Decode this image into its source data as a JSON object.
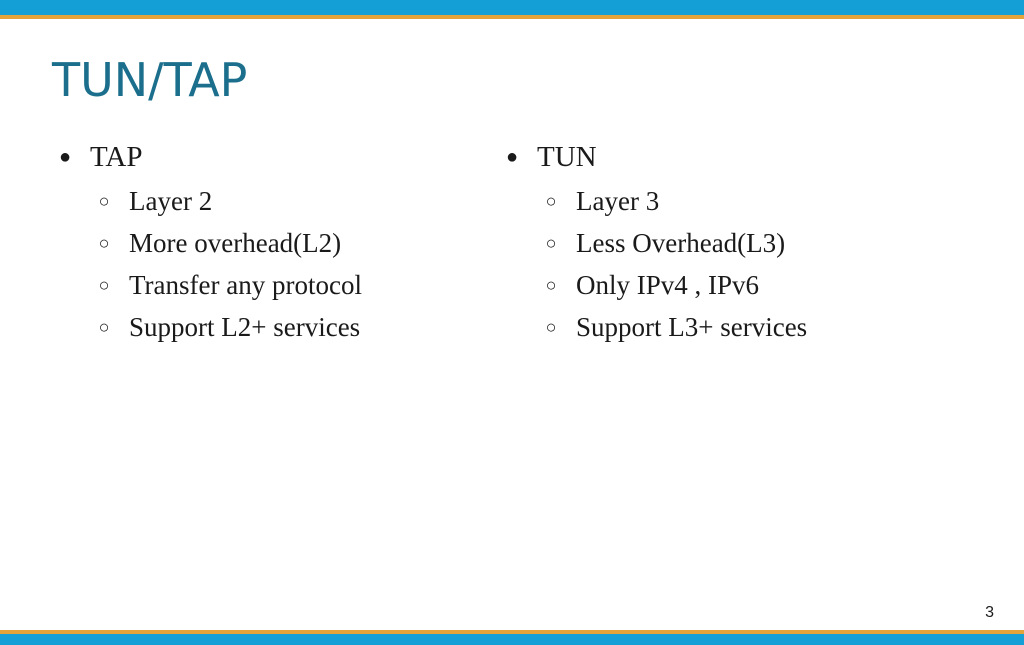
{
  "slide": {
    "title": "TUN/TAP",
    "page_number": "3",
    "colors": {
      "top_bar": "#14a0d6",
      "accent": "#e4a43a",
      "title": "#1b6f8c"
    }
  },
  "columns": [
    {
      "heading": "TAP",
      "bullet_symbol": "●",
      "sub_symbol": "○",
      "items": [
        "Layer 2",
        "More overhead(L2)",
        "Transfer any protocol",
        "Support L2+ services"
      ]
    },
    {
      "heading": "TUN",
      "bullet_symbol": "●",
      "sub_symbol": "○",
      "items": [
        "Layer 3",
        "Less Overhead(L3)",
        "Only IPv4 , IPv6",
        "Support L3+ services"
      ]
    }
  ]
}
